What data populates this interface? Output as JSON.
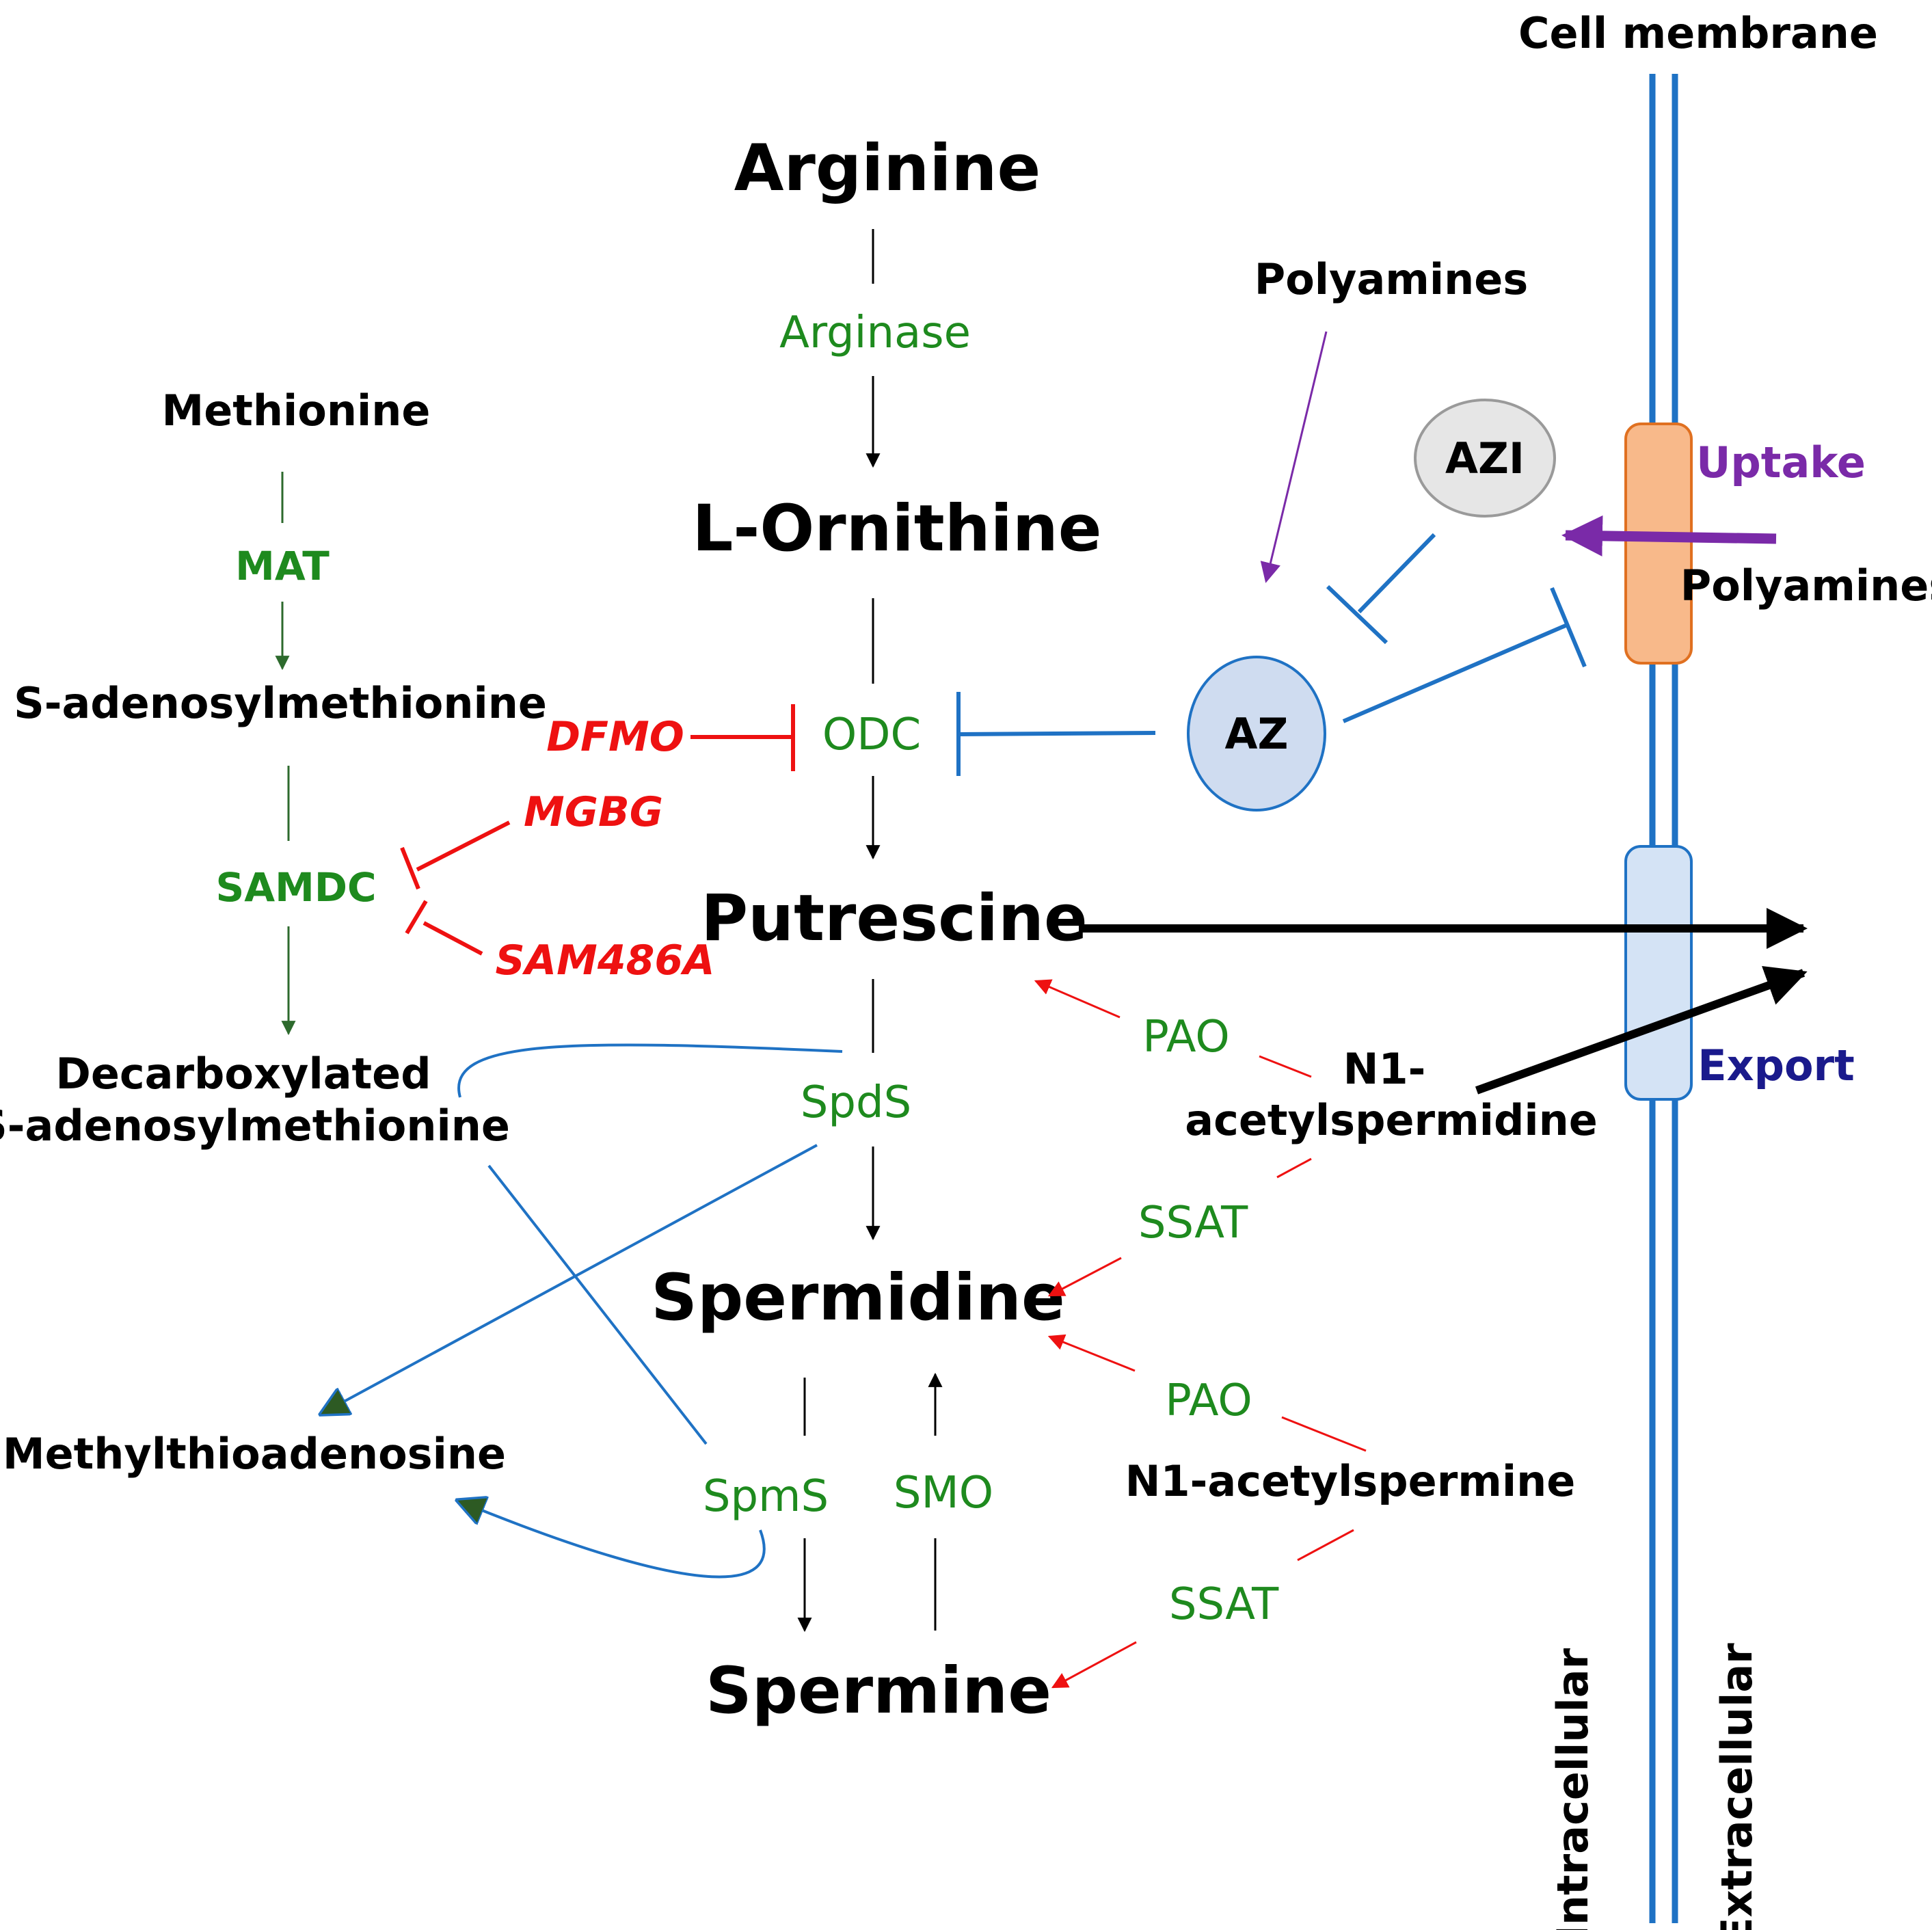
{
  "labels": {
    "cell_membrane": "Cell membrane",
    "arginine": "Arginine",
    "arginase": "Arginase",
    "l_ornithine": "L-Ornithine",
    "odc": "ODC",
    "putrescine": "Putrescine",
    "spds": "SpdS",
    "spermidine": "Spermidine",
    "spms": "SpmS",
    "smo": "SMO",
    "spermine": "Spermine",
    "methionine": "Methionine",
    "mat": "MAT",
    "s_adenosylmethionine": "S-adenosylmethionine",
    "samdc": "SAMDC",
    "decarboxylated_line1": "Decarboxylated",
    "decarboxylated_line2": "S-adenosylmethionine",
    "methylthioadenosine": "Methylthioadenosine",
    "dfmo": "DFMO",
    "mgbg": "MGBG",
    "sam486a": "SAM486A",
    "polyamines_top": "Polyamines",
    "azi": "AZI",
    "az": "AZ",
    "uptake": "Uptake",
    "polyamines_right": "Polyamines",
    "export": "Export",
    "pao_1": "PAO",
    "ssat_1": "SSAT",
    "pao_2": "PAO",
    "ssat_2": "SSAT",
    "n1_acetylspermidine_line1": "N1-",
    "n1_acetylspermidine_line2": "acetylspermidine",
    "n1_acetylspermine": "N1-acetylspermine",
    "intracellular": "Intracellular",
    "extracellular": "Extracellular"
  },
  "colors": {
    "black": "#000000",
    "enzyme_green": "#1e8a1e",
    "dark_green": "#2d6a2d",
    "inhibitor_red": "#ee1111",
    "membrane_blue": "#1f72c4",
    "uptake_purple": "#7a2aa8",
    "export_navy": "#1a1a8c",
    "uptake_channel": "#f8b98a",
    "uptake_channel_border": "#e07020",
    "export_channel": "#d4e3f5",
    "az_fill": "#cfdcf0",
    "azi_fill": "#e6e6e6"
  }
}
